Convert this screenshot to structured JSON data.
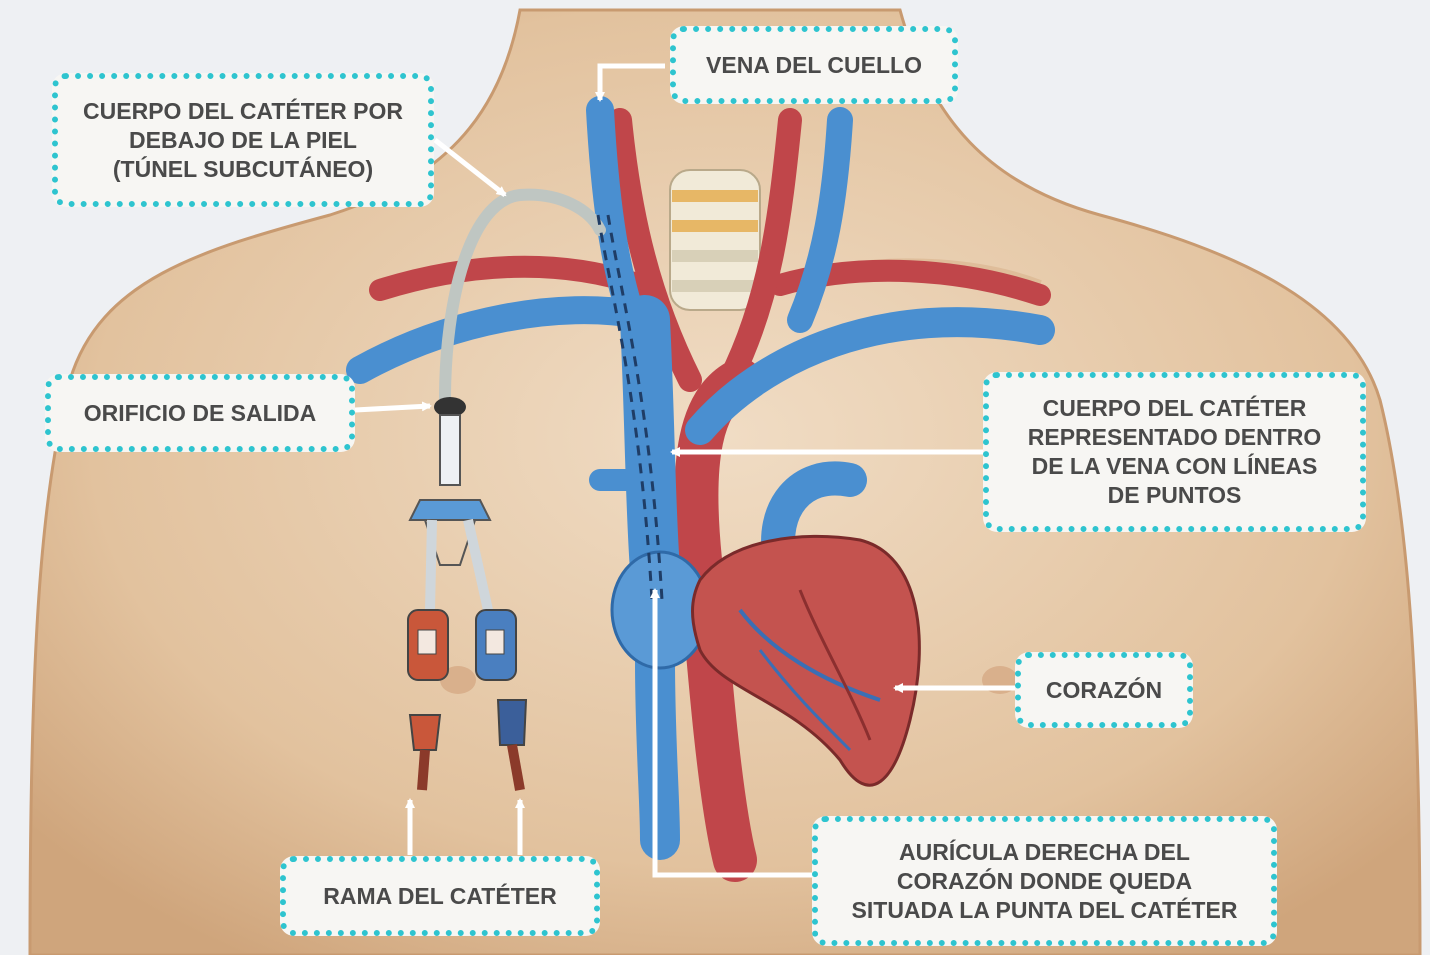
{
  "labels": {
    "neck_vein": "VENA DEL CUELLO",
    "catheter_body_under_skin": "CUERPO DEL CATÉTER POR\nDEBAJO DE LA PIEL\n(TÚNEL SUBCUTÁNEO)",
    "exit_site": "ORIFICIO DE SALIDA",
    "catheter_body_in_vein": "CUERPO DEL CATÉTER\nREPRESENTADO DENTRO\nDE LA VENA CON LÍNEAS\nDE PUNTOS",
    "heart": "CORAZÓN",
    "catheter_branch": "RAMA DEL CATÉTER",
    "right_atrium": "AURÍCULA DERECHA DEL\nCORAZÓN DONDE QUEDA\nSITUADA LA PUNTA DEL CATÉTER"
  },
  "colors": {
    "callout_border": "#2ec4cf",
    "callout_fill": "#f7f6f3",
    "callout_text": "#4a4a4a",
    "skin": "#e6c9a8",
    "vein_blue": "#4a8fd0",
    "artery_red": "#c0464a",
    "arrow": "#ffffff"
  }
}
